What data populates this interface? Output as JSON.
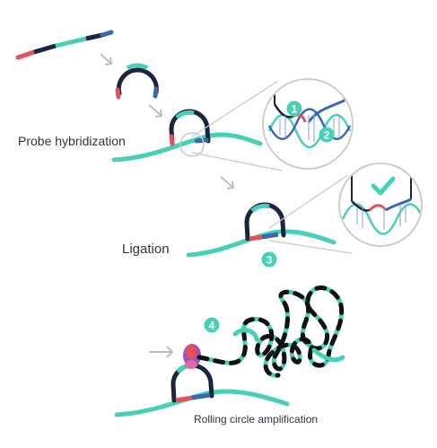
{
  "labels": {
    "probe_hybridization": "Probe hybridization",
    "ligation": "Ligation",
    "rolling_circle_amplification": "Rolling circle amplification"
  },
  "steps": {
    "one": "1",
    "two": "2",
    "three": "3",
    "four": "4"
  },
  "colors": {
    "teal": "#46d1b7",
    "navy": "#1b2540",
    "blue": "#3a67b0",
    "red": "#e5505a",
    "purple": "#9a52c4",
    "gray": "#bdbdbd",
    "text": "#2f3640"
  },
  "icons": [
    "arrow-icon",
    "checkmark-icon",
    "magnifier-circle-icon"
  ]
}
